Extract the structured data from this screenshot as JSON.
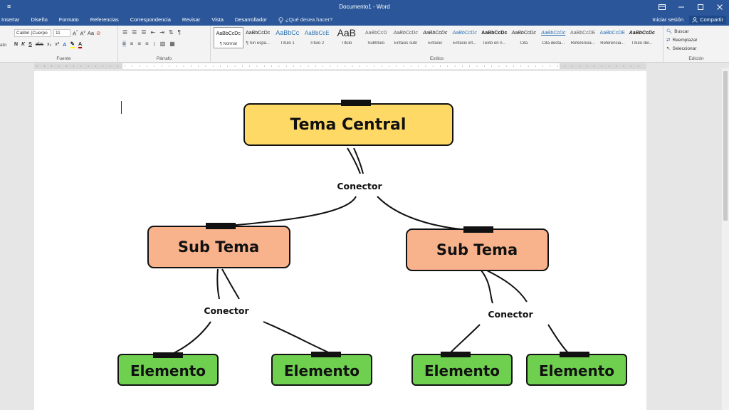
{
  "window": {
    "qat_icon": "≡",
    "title": "Documento1 - Word",
    "buttons": [
      "ribbon-display-options-icon",
      "minimize-icon",
      "maximize-icon",
      "close-icon"
    ]
  },
  "tabs": [
    {
      "label": "Insertar"
    },
    {
      "label": "Diseño"
    },
    {
      "label": "Formato"
    },
    {
      "label": "Referencias"
    },
    {
      "label": "Correspondencia"
    },
    {
      "label": "Revisar"
    },
    {
      "label": "Vista"
    },
    {
      "label": "Desarrollador"
    }
  ],
  "tell_me": "¿Qué desea hacer?",
  "account": {
    "signin": "Iniciar sesión",
    "share": "Compartir"
  },
  "ribbon": {
    "font": {
      "name": "Calibri (Cuerpo",
      "size": "11",
      "label": "Fuente",
      "row2": [
        "N",
        "K",
        "S",
        "abc",
        "x₂",
        "x²"
      ]
    },
    "paragraph": {
      "label": "Párrafo"
    },
    "styles": {
      "label": "Estilos",
      "items": [
        {
          "sample": "AaBbCcDc",
          "name": "¶ Normal"
        },
        {
          "sample": "AaBbCcDc",
          "name": "¶ Sin espa..."
        },
        {
          "sample": "AaBbCc",
          "name": "Título 1"
        },
        {
          "sample": "AaBbCcE",
          "name": "Título 2"
        },
        {
          "sample": "AaB",
          "name": "Título"
        },
        {
          "sample": "AaBbCcD",
          "name": "Subtítulo"
        },
        {
          "sample": "AaBbCcDc",
          "name": "Énfasis sutil"
        },
        {
          "sample": "AaBbCcDc",
          "name": "Énfasis"
        },
        {
          "sample": "AaBbCcDc",
          "name": "Énfasis int..."
        },
        {
          "sample": "AaBbCcDc",
          "name": "Texto en n..."
        },
        {
          "sample": "AaBbCcDc",
          "name": "Cita"
        },
        {
          "sample": "AaBbCcDc",
          "name": "Cita desta..."
        },
        {
          "sample": "AaBbCcDE",
          "name": "Referencia..."
        },
        {
          "sample": "AaBbCcDE",
          "name": "Referencia..."
        },
        {
          "sample": "AaBbCcDc",
          "name": "Título del..."
        }
      ]
    },
    "editing": {
      "label": "Edición",
      "find": "Buscar",
      "replace": "Reemplazar",
      "select": "Seleccionar"
    },
    "left_clip": "ato"
  },
  "diagram": {
    "central": "Tema Central",
    "subtopic_left": "Sub Tema",
    "subtopic_right": "Sub Tema",
    "connector_top": "Conector",
    "connector_left": "Conector",
    "connector_right": "Conector",
    "element_1": "Elemento",
    "element_2": "Elemento",
    "element_3": "Elemento",
    "element_4": "Elemento",
    "colors": {
      "central_fill": "#ffd966",
      "subtopic_fill": "#f8b38c",
      "element_fill": "#6fcf4f",
      "stroke": "#111111",
      "word_blue": "#2b579a"
    }
  }
}
